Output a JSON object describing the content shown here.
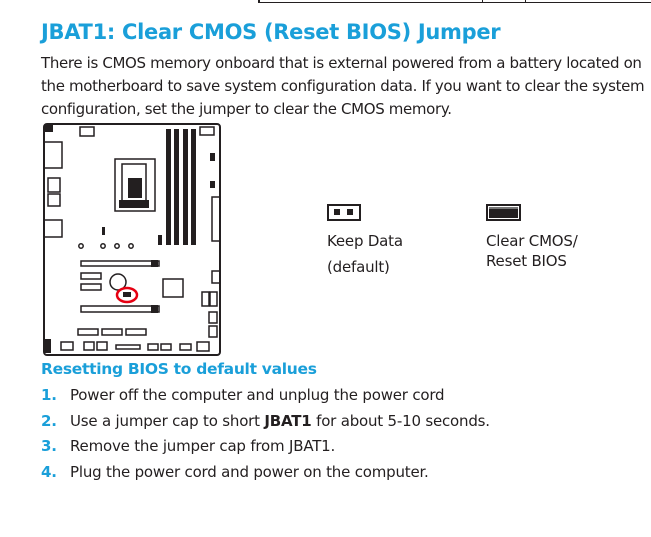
{
  "heading": "JBAT1: Clear CMOS (Reset BIOS) Jumper",
  "intro": "There is CMOS memory onboard that is external powered from a battery located on the motherboard to save system configuration data. If you want to clear the system configuration, set the jumper to clear the CMOS memory.",
  "jumpers": {
    "keep": {
      "line1": "Keep Data",
      "line2": "(default)"
    },
    "clear": {
      "line1": "Clear CMOS/",
      "line2": "Reset BIOS"
    }
  },
  "subheading": "Resetting BIOS to default values",
  "steps": [
    {
      "num": "1.",
      "before": "Power off the computer and unplug the power cord",
      "bold": "",
      "after": ""
    },
    {
      "num": "2.",
      "before": "Use a jumper cap to short ",
      "bold": "JBAT1",
      "after": " for about 5-10 seconds."
    },
    {
      "num": "3.",
      "before": "Remove the jumper cap from JBAT1.",
      "bold": "",
      "after": ""
    },
    {
      "num": "4.",
      "before": "Plug the power cord and power on the computer.",
      "bold": "",
      "after": ""
    }
  ],
  "colors": {
    "accent": "#1a9fd9",
    "text": "#231f20",
    "highlight": "#e60012"
  },
  "icons": {
    "board": "motherboard-diagram",
    "keep": "jumper-open-icon",
    "clear": "jumper-shorted-icon"
  }
}
